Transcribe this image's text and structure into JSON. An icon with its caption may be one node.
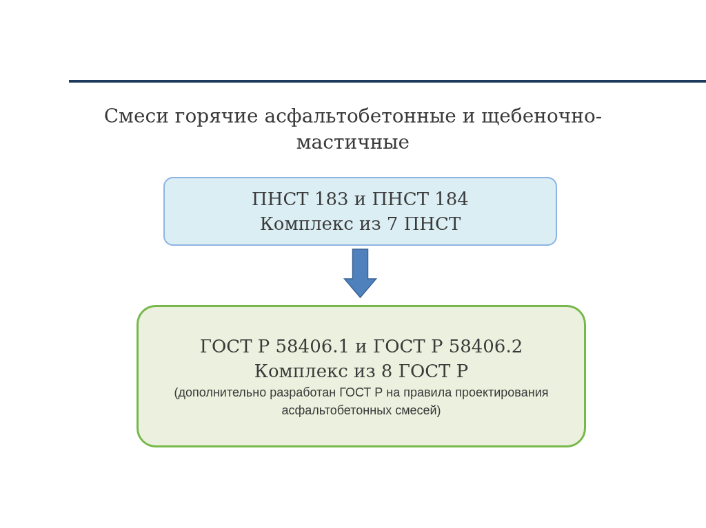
{
  "diagram": {
    "title": "Смеси горячие асфальтобетонные и щебеночно-мастичные",
    "nodes": [
      {
        "text": [
          "ПНСТ 183 и ПНСТ 184",
          "Комплекс из 7 ПНСТ"
        ]
      },
      {
        "text": [
          "ГОСТ Р 58406.1 и ГОСТ Р 58406.2",
          "Комплекс из 8 ГОСТ Р",
          "(дополнительно разработан ГОСТ Р на правила проектирования асфальтобетонных смесей)"
        ]
      }
    ],
    "edges": [
      {
        "from": 0,
        "to": 1,
        "arrow": "to",
        "style": "thick",
        "color": "#4f81bd"
      }
    ]
  }
}
